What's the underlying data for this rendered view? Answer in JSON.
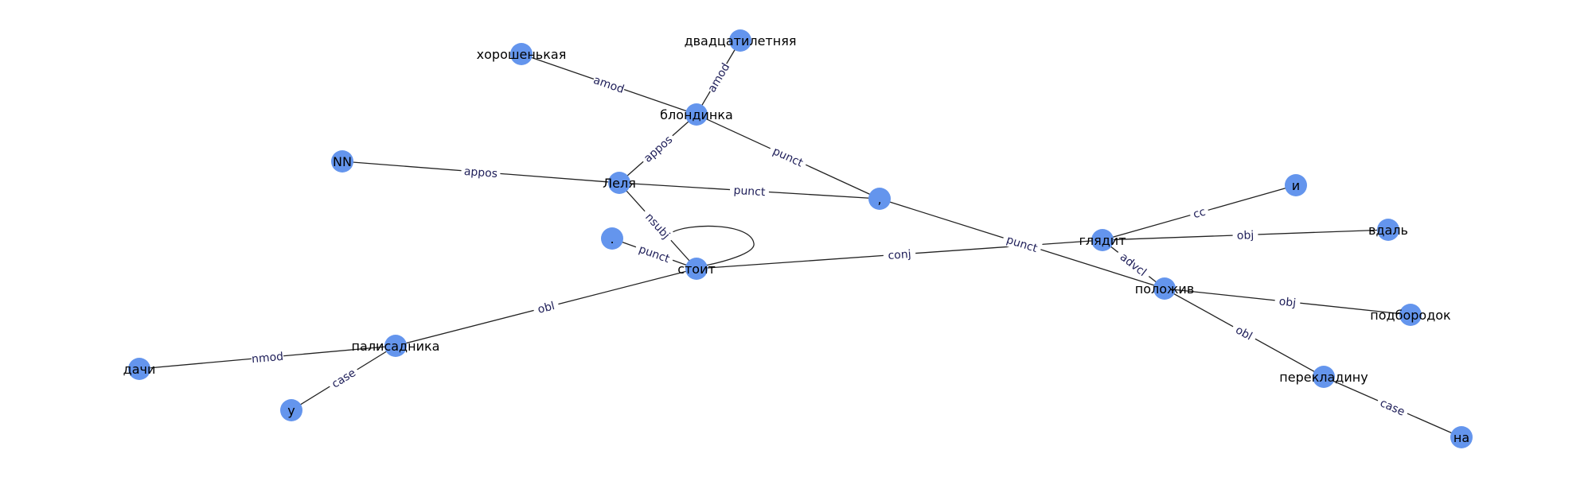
{
  "graph": {
    "node_color": "#6495ed",
    "edge_color": "#222222",
    "label_color": "#20205a",
    "nodes": [
      {
        "id": "n_horosh",
        "label": "хорошенькая"
      },
      {
        "id": "n_dvadc",
        "label": "двадцатилетняя"
      },
      {
        "id": "n_blond",
        "label": "блондинка"
      },
      {
        "id": "n_nn",
        "label": "NN"
      },
      {
        "id": "n_lelya",
        "label": "Леля"
      },
      {
        "id": "n_comma",
        "label": ","
      },
      {
        "id": "n_dot",
        "label": "."
      },
      {
        "id": "n_stoit",
        "label": "стоит"
      },
      {
        "id": "n_glyadit",
        "label": "глядит"
      },
      {
        "id": "n_i",
        "label": "и"
      },
      {
        "id": "n_vdal",
        "label": "вдаль"
      },
      {
        "id": "n_polozhiv",
        "label": "положив"
      },
      {
        "id": "n_podborodok",
        "label": "подбородок"
      },
      {
        "id": "n_perekladinu",
        "label": "перекладину"
      },
      {
        "id": "n_na",
        "label": "на"
      },
      {
        "id": "n_palisadnika",
        "label": "палисадника"
      },
      {
        "id": "n_dachi",
        "label": "дачи"
      },
      {
        "id": "n_u",
        "label": "у"
      }
    ],
    "edges": [
      {
        "source": "n_blond",
        "target": "n_horosh",
        "label": "amod"
      },
      {
        "source": "n_blond",
        "target": "n_dvadc",
        "label": "amod"
      },
      {
        "source": "n_lelya",
        "target": "n_blond",
        "label": "appos"
      },
      {
        "source": "n_blond",
        "target": "n_comma",
        "label": "punct"
      },
      {
        "source": "n_lelya",
        "target": "n_nn",
        "label": "appos"
      },
      {
        "source": "n_lelya",
        "target": "n_comma",
        "label": "punct"
      },
      {
        "source": "n_stoit",
        "target": "n_lelya",
        "label": "nsubj"
      },
      {
        "source": "n_stoit",
        "target": "n_dot",
        "label": "punct"
      },
      {
        "source": "n_stoit",
        "target": "n_stoit",
        "label": "",
        "self_loop": true
      },
      {
        "source": "n_stoit",
        "target": "n_glyadit",
        "label": "conj"
      },
      {
        "source": "n_polozhiv",
        "target": "n_comma",
        "label": "punct"
      },
      {
        "source": "n_glyadit",
        "target": "n_i",
        "label": "cc"
      },
      {
        "source": "n_glyadit",
        "target": "n_vdal",
        "label": "obj"
      },
      {
        "source": "n_glyadit",
        "target": "n_polozhiv",
        "label": "advcl"
      },
      {
        "source": "n_polozhiv",
        "target": "n_podborodok",
        "label": "obj"
      },
      {
        "source": "n_polozhiv",
        "target": "n_perekladinu",
        "label": "obl"
      },
      {
        "source": "n_perekladinu",
        "target": "n_na",
        "label": "case"
      },
      {
        "source": "n_stoit",
        "target": "n_palisadnika",
        "label": "obl"
      },
      {
        "source": "n_palisadnika",
        "target": "n_dachi",
        "label": "nmod"
      },
      {
        "source": "n_palisadnika",
        "target": "n_u",
        "label": "case"
      }
    ]
  }
}
